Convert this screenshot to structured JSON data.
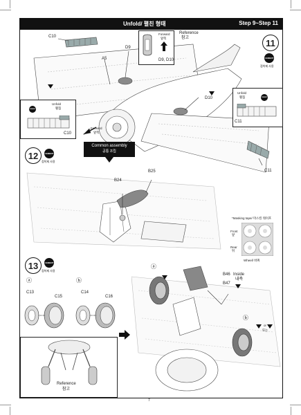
{
  "header": {
    "title": "Unfold/ 펼친 형태",
    "step_range": "Step 9~Step 11",
    "bg_color": "#111111"
  },
  "page_number": "7",
  "step11": {
    "number": "11",
    "cement": "CEMENT",
    "cement_note": "접착제 사용",
    "parts": {
      "c10": "C10",
      "a5": "A5",
      "d9": "D9",
      "d10": "D10",
      "c11_a": "C11",
      "c11_b": "C11",
      "c10_b": "C10"
    },
    "reference_box": {
      "forward": "Forward",
      "forward_kr": "앞쪽",
      "reference": "Reference",
      "reference_kr": "참고",
      "parts": "D9, D10"
    },
    "unfold_left": {
      "label": "Unfold",
      "label_kr": "펼침"
    },
    "unfold_right": {
      "label": "Unfold",
      "label_kr": "펼침"
    },
    "forward_label": "Forward",
    "forward_label_kr": "앞쪽"
  },
  "step12": {
    "number": "12",
    "cement": "CEMENT",
    "cement_note": "접착제 사용",
    "common_assembly": "Common assembly",
    "common_assembly_kr": "공통 조립",
    "parts": {
      "b24": "B24",
      "b25": "B25"
    },
    "masking": {
      "title": "*Masking tape/ 마스킹 테이프",
      "front": "Front",
      "front_kr": "앞",
      "rear": "Rear",
      "rear_kr": "뒤",
      "wheel": "Wheel/ 바퀴"
    }
  },
  "step13": {
    "number": "13",
    "cement": "CEMENT",
    "cement_note": "접착제 사용",
    "sub_a": "ⓐ",
    "sub_b": "ⓑ",
    "parts": {
      "c13": "C13",
      "c15": "C15",
      "c14": "C14",
      "c16": "C16",
      "b46": "B46",
      "b47": "B47",
      "inside": "Inside",
      "inside_kr": "내측",
      "or": "or",
      "or_kr": "또는"
    },
    "reference": "Reference",
    "reference_kr": "참고"
  }
}
